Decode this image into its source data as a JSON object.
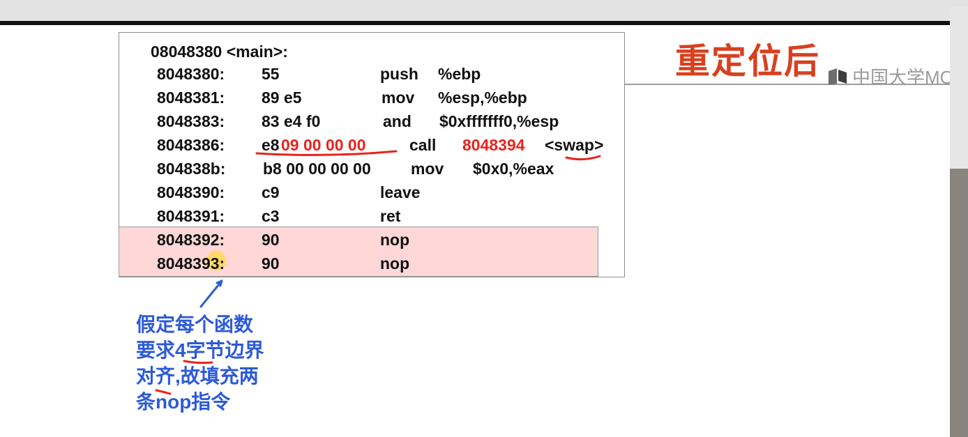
{
  "title": "重定位后",
  "watermark": "中国大学MOOC",
  "code": {
    "header": "08048380 <main>:",
    "rows": [
      {
        "addr": "8048380:",
        "bytes": "55",
        "op": "push",
        "args": "%ebp"
      },
      {
        "addr": "8048381:",
        "bytes": "89 e5",
        "op": "mov",
        "args": "%esp,%ebp"
      },
      {
        "addr": "8048383:",
        "bytes": "83 e4 f0",
        "op": "and",
        "args": "$0xfffffff0,%esp"
      },
      {
        "addr": "8048386:",
        "bytes": "e8",
        "bytes_red": "09 00 00 00",
        "op": "call",
        "args_red": "8048394",
        "args": "<swap>"
      },
      {
        "addr": "804838b:",
        "bytes": "b8 00 00 00 00",
        "op": "mov",
        "args": "$0x0,%eax"
      },
      {
        "addr": "8048390:",
        "bytes": "c9",
        "op": "leave",
        "args": ""
      },
      {
        "addr": "8048391:",
        "bytes": "c3",
        "op": "ret",
        "args": ""
      },
      {
        "addr": "8048392:",
        "bytes": "90",
        "op": "nop",
        "args": ""
      },
      {
        "addr": "8048393:",
        "bytes": "90",
        "op": "nop",
        "args": ""
      }
    ]
  },
  "note": {
    "lines": [
      "假定每个函数",
      "要求4字节边界",
      "对齐,故填充两",
      "条nop指令"
    ]
  },
  "colors": {
    "title": "#d8401f",
    "highlight": "#ffd7d7",
    "note": "#2d5bd6",
    "red": "#e8231c"
  }
}
